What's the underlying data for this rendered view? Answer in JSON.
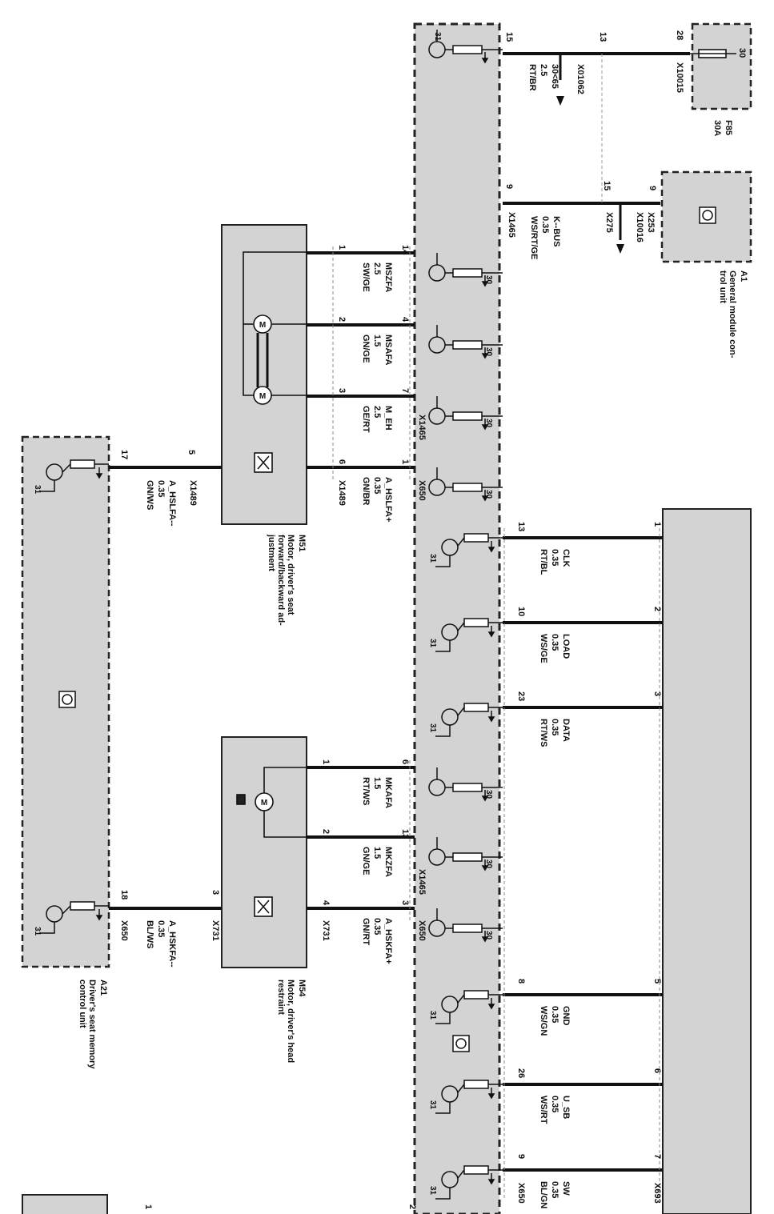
{
  "colors": {
    "box_fill": "#d3d3d3",
    "wire": "#111111",
    "dash": "#222222",
    "bg": "#ffffff"
  },
  "components": {
    "f85": {
      "id": "F85",
      "rating": "30A",
      "pin": "30"
    },
    "a1": {
      "id": "A1",
      "name": "General module con-\ntrol unit",
      "icon": "controller-icon"
    },
    "m51": {
      "id": "M51",
      "name": "Motor, driver's seat\nforward/backward ad-\njustment"
    },
    "m54": {
      "id": "M54",
      "name": "Motor, driver's head\nrestraint"
    },
    "a21": {
      "id": "A21",
      "name": "Driver's seat memory\ncontrol unit",
      "icon": "controller-icon"
    },
    "module_ground": "31",
    "module_supply": "30"
  },
  "top_wiring": {
    "pin15": "15",
    "pin13": "13",
    "pin28": "28",
    "pin9": "9",
    "pin15b": "15",
    "pin9b": "9",
    "x10015": "X10015",
    "x01062": "X01062",
    "range": "30<65",
    "x10016": "X10016",
    "x253": "X253",
    "x275": "X275",
    "x1465a": "X1465",
    "power_wire": {
      "name": "",
      "size": "2.5",
      "color": "RT/BR"
    },
    "kbus_wire": {
      "name": "K--BUS",
      "size": "0.35",
      "color": "WS/RT/GE"
    }
  },
  "seat_wires": [
    {
      "name": "MSZFA",
      "size": "2.5",
      "color": "SW/GE",
      "module_pin": "14",
      "motor_pin": "1"
    },
    {
      "name": "MSAFA",
      "size": "1.5",
      "color": "GN/GE",
      "module_pin": "4",
      "motor_pin": "2"
    },
    {
      "name": "M_EH",
      "size": "2.5",
      "color": "GE/RT",
      "module_pin": "7",
      "motor_pin": "3"
    },
    {
      "name": "A_HSLFA+",
      "size": "0.35",
      "color": "GN/BR",
      "module_pin": "1",
      "motor_pin": "6"
    }
  ],
  "seat_connectors": {
    "x1465": "X1465",
    "x650": "X650",
    "x1489": "X1489"
  },
  "a21_wire_1": {
    "name": "A_HSLFA--",
    "size": "0.35",
    "color": "GN/WS",
    "pin_a21": "17",
    "pin_motor": "5",
    "conn": "X1489"
  },
  "head_wires": [
    {
      "name": "MKAFA",
      "size": "1.5",
      "color": "RT/WS",
      "module_pin": "6",
      "motor_pin": "1"
    },
    {
      "name": "MKZFA",
      "size": "1.5",
      "color": "GN/GE",
      "module_pin": "13",
      "motor_pin": "2"
    },
    {
      "name": "A_HSKFA+",
      "size": "0.35",
      "color": "GN/RT",
      "module_pin": "3",
      "motor_pin": "4"
    }
  ],
  "head_connectors": {
    "x1465": "X1465",
    "x650": "X650",
    "x731": "X731"
  },
  "a21_wire_2": {
    "name": "A_HSKFA--",
    "size": "0.35",
    "color": "BL/WS",
    "pin_a21": "18",
    "pin_motor": "3",
    "conn_a": "X731",
    "conn_b": "X650"
  },
  "bus_wires": [
    {
      "name": "CLK",
      "size": "0.35",
      "color": "RT/BL",
      "module_pin": "13",
      "right_pin": "1"
    },
    {
      "name": "LOAD",
      "size": "0.35",
      "color": "WS/GE",
      "module_pin": "10",
      "right_pin": "2"
    },
    {
      "name": "DATA",
      "size": "0.35",
      "color": "RT/WS",
      "module_pin": "23",
      "right_pin": "3"
    },
    {
      "name": "GND",
      "size": "0.35",
      "color": "WS/GN",
      "module_pin": "8",
      "right_pin": "5"
    },
    {
      "name": "U_SB",
      "size": "0.35",
      "color": "WS/RT",
      "module_pin": "26",
      "right_pin": "6"
    },
    {
      "name": "SW",
      "size": "0.35",
      "color": "BL/GN",
      "module_pin": "9",
      "right_pin": "7"
    }
  ],
  "bus_connectors": {
    "left": "X650",
    "right": "X693"
  },
  "page_refs": {
    "ref1": "1",
    "ref2": "2"
  }
}
